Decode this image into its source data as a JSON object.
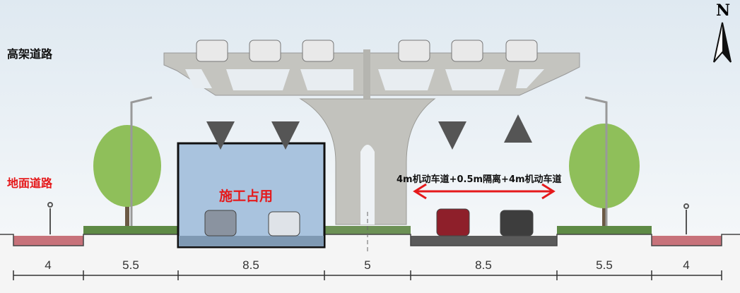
{
  "labels": {
    "elevated_road": "高架道路",
    "ground_road": "地面道路",
    "construction": "施工占用",
    "lane_spec": "4m机动车道+0.5m隔离+4m机动车道",
    "north": "N"
  },
  "dimensions": [
    "4",
    "5.5",
    "8.5",
    "5",
    "8.5",
    "5.5",
    "4"
  ],
  "colors": {
    "sky": "#e6eef4",
    "concrete": "#bdbdb8",
    "construction_fill": "#a9c3de",
    "sidewalk": "#c7727a",
    "road": "#5a5a5a",
    "accent_red": "#e5191b",
    "arrow_gray": "#555555"
  }
}
